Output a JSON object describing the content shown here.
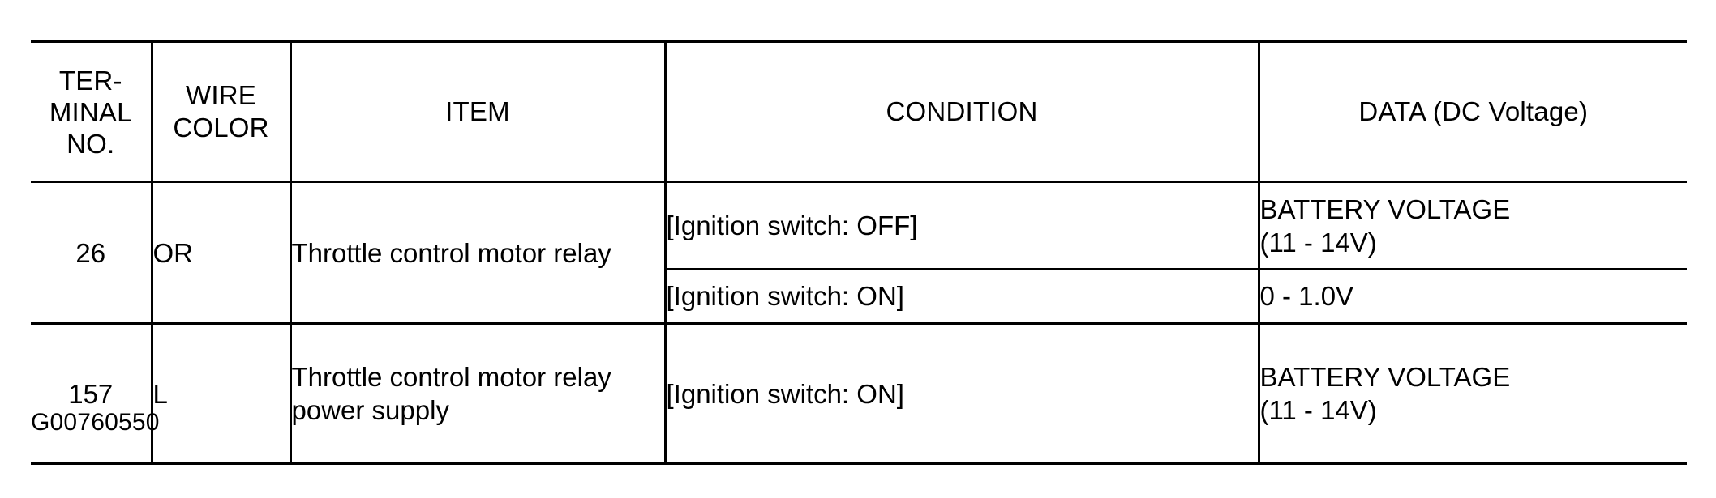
{
  "table": {
    "headers": {
      "terminal": "TER-\nMINAL\nNO.",
      "terminal_line1": "TER-",
      "terminal_line2": "MINAL",
      "terminal_line3": "NO.",
      "wire_line1": "WIRE",
      "wire_line2": "COLOR",
      "item": "ITEM",
      "condition": "CONDITION",
      "data": "DATA (DC Voltage)"
    },
    "rows": [
      {
        "terminal_no": "26",
        "wire_color": "OR",
        "item_line1": "Throttle control motor relay",
        "item_line2": "",
        "conditions": [
          {
            "condition": "[Ignition switch: OFF]",
            "data_line1": "BATTERY VOLTAGE",
            "data_line2": "(11 - 14V)"
          },
          {
            "condition": "[Ignition switch: ON]",
            "data_line1": "0 - 1.0V",
            "data_line2": ""
          }
        ]
      },
      {
        "terminal_no": "157",
        "wire_color": "L",
        "item_line1": "Throttle control motor relay",
        "item_line2": "power supply",
        "conditions": [
          {
            "condition": "[Ignition switch: ON]",
            "data_line1": "BATTERY VOLTAGE",
            "data_line2": "(11 - 14V)"
          }
        ]
      }
    ]
  },
  "caption": "G00760550",
  "colors": {
    "ink": "#000000",
    "paper": "#ffffff"
  }
}
